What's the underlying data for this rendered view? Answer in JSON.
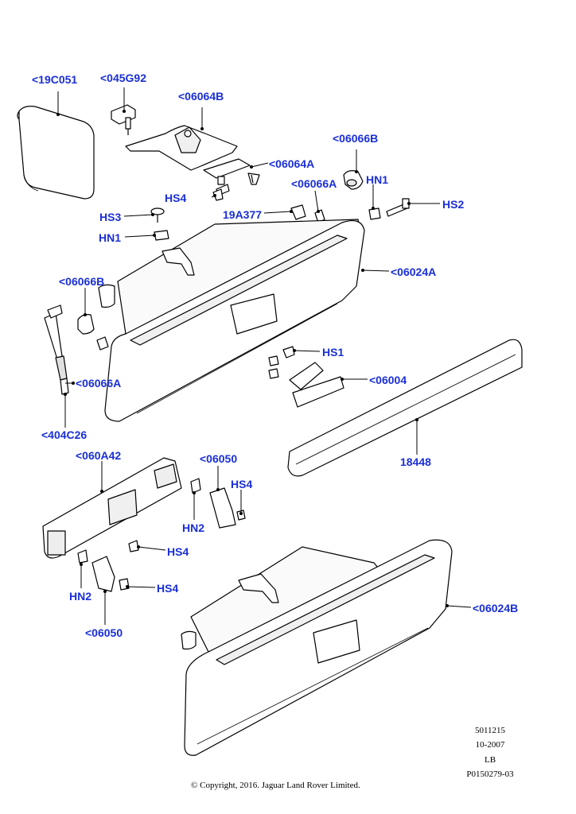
{
  "callouts": {
    "c19C051": "<19C051",
    "c045G92": "<045G92",
    "c06064B": "<06064B",
    "c06064A": "<06064A",
    "c06066B_top": "<06066B",
    "cHN1_top": "HN1",
    "c06066A_top": "<06066A",
    "cHS2": "HS2",
    "cHS4_top": "HS4",
    "c19A377": "19A377",
    "cHS3": "HS3",
    "cHN1_left": "HN1",
    "c06024A": "<06024A",
    "c06066B_left": "<06066B",
    "c06066A_left": "<06066A",
    "c404C26": "<404C26",
    "cHS1": "HS1",
    "c06004": "<06004",
    "c18448": "18448",
    "c060A42": "<060A42",
    "c06050_right": "<06050",
    "cHS4_right": "HS4",
    "cHN2_right": "HN2",
    "cHS4_mid": "HS4",
    "cHN2_left": "HN2",
    "cHS4_low": "HS4",
    "c06050_low": "<06050",
    "c06024B": "<06024B"
  },
  "meta": {
    "line1": "5011215",
    "line2": "10-2007",
    "line3": "LB",
    "line4": "P0150279-03"
  },
  "copyright": "© Copyright, 2016. Jaguar Land Rover Limited.",
  "colors": {
    "callout_text": "#1a2fd6",
    "line": "#000000",
    "part_fill": "#ffffff",
    "part_shade": "#e8e8e8"
  }
}
